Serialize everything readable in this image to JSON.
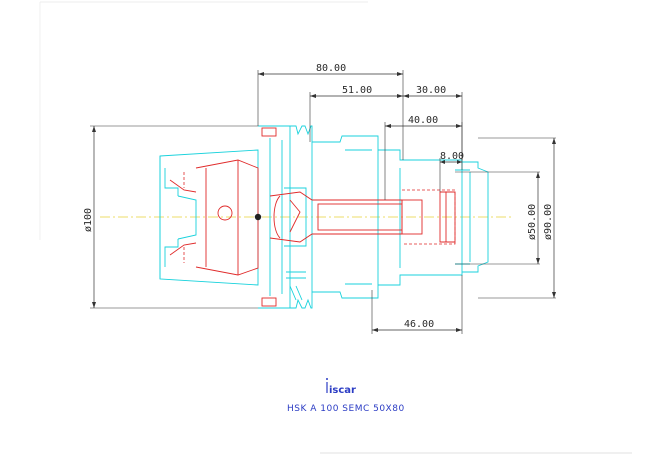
{
  "drawing": {
    "dimensions": {
      "length_80": "80.00",
      "length_51": "51.00",
      "length_30": "30.00",
      "length_40": "40.00",
      "length_8": "8.00",
      "length_46": "46.00",
      "dia_100": "ø100",
      "dia_50": "ø50.00",
      "dia_90": "ø90.00"
    },
    "logo_text": "iscar",
    "caption": "HSK A 100 SEMC 50X80"
  },
  "colors": {
    "outline": "#19d2dc",
    "hidden": "#e02a2a",
    "dimension": "#333333",
    "centerline": "#e6d23a",
    "caption": "#2b3cc4"
  }
}
